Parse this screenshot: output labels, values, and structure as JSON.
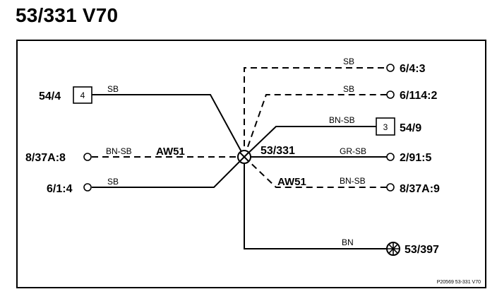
{
  "title": "53/331 V70",
  "center_label": "53/331",
  "ref_code": "P20569  53-331  V70",
  "connectors": {
    "c_54_4": {
      "label": "54/4",
      "box": "4",
      "wire": "SB"
    },
    "c_8_37a_8": {
      "label": "8/37A:8",
      "wire": "BN-SB",
      "group": "AW51"
    },
    "c_6_1_4": {
      "label": "6/1:4",
      "wire": "SB"
    },
    "c_6_4_3": {
      "label": "6/4:3",
      "wire": "SB"
    },
    "c_6_114_2": {
      "label": "6/114:2",
      "wire": "SB"
    },
    "c_54_9": {
      "label": "54/9",
      "box": "3",
      "wire": "BN-SB"
    },
    "c_2_91_5": {
      "label": "2/91:5",
      "wire": "GR-SB"
    },
    "c_8_37a_9": {
      "label": "8/37A:9",
      "wire": "BN-SB",
      "group": "AW51"
    },
    "c_53_397": {
      "label": "53/397",
      "wire": "BN"
    }
  }
}
